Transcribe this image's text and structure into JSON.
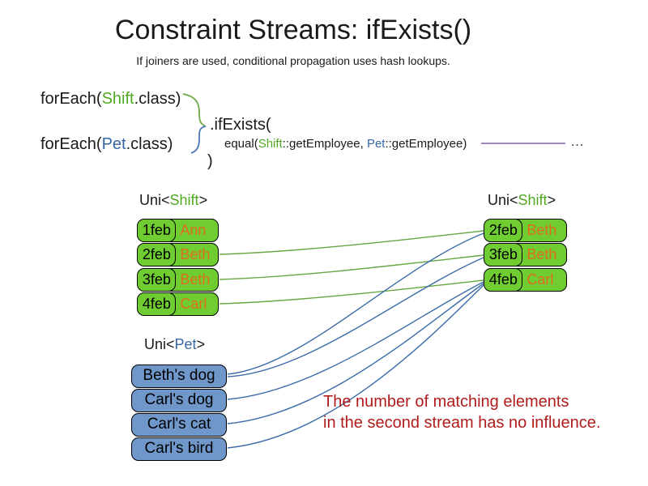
{
  "title": "Constraint Streams: ifExists()",
  "subtitle": "If joiners are used, conditional propagation uses hash lookups.",
  "code": {
    "foreach_shift": {
      "pre": "forEach(",
      "type": "Shift",
      "post": ".class)"
    },
    "foreach_pet": {
      "pre": "forEach(",
      "type": "Pet",
      "post": ".class)"
    },
    "if_exists": ".ifExists(",
    "joiner": {
      "pre": "equal(",
      "type1": "Shift",
      "mid": "::getEmployee, ",
      "type2": "Pet",
      "post": "::getEmployee)"
    },
    "close_paren": ")",
    "ellipsis": "…"
  },
  "left_shift_table": {
    "label": {
      "pre": "Uni<",
      "type": "Shift",
      "post": ">"
    },
    "rows": [
      {
        "date": "1feb",
        "name": "Ann"
      },
      {
        "date": "2feb",
        "name": "Beth"
      },
      {
        "date": "3feb",
        "name": "Beth"
      },
      {
        "date": "4feb",
        "name": "Carl"
      }
    ]
  },
  "right_shift_table": {
    "label": {
      "pre": "Uni<",
      "type": "Shift",
      "post": ">"
    },
    "rows": [
      {
        "date": "2feb",
        "name": "Beth"
      },
      {
        "date": "3feb",
        "name": "Beth"
      },
      {
        "date": "4feb",
        "name": "Carl"
      }
    ]
  },
  "pet_table": {
    "label": {
      "pre": "Uni<",
      "type": "Pet",
      "post": ">"
    },
    "rows": [
      "Beth's dog",
      "Carl's dog",
      "Carl's cat",
      "Carl's bird"
    ]
  },
  "note": {
    "line1": "The number of matching elements",
    "line2": "in the second stream has no influence."
  },
  "connections": {
    "shift_to_shift": [
      [
        "2feb Beth",
        "2feb Beth"
      ],
      [
        "3feb Beth",
        "3feb Beth"
      ],
      [
        "4feb Carl",
        "4feb Carl"
      ]
    ],
    "pet_to_shift": [
      [
        "Beth's dog",
        "2feb Beth"
      ],
      [
        "Beth's dog",
        "3feb Beth"
      ],
      [
        "Carl's dog",
        "4feb Carl"
      ],
      [
        "Carl's cat",
        "4feb Carl"
      ],
      [
        "Carl's bird",
        "4feb Carl"
      ]
    ]
  },
  "colors": {
    "shift_box_green": "#6fcd32",
    "pet_box_blue": "#6f97c9",
    "type_green": "#50a821",
    "type_blue": "#3465a4",
    "name_orange": "#e06d1f",
    "note_red": "#b01c1c",
    "green_line": "#67a744",
    "blue_line": "#3a6ca8",
    "purple_line": "#7d5fa0"
  }
}
